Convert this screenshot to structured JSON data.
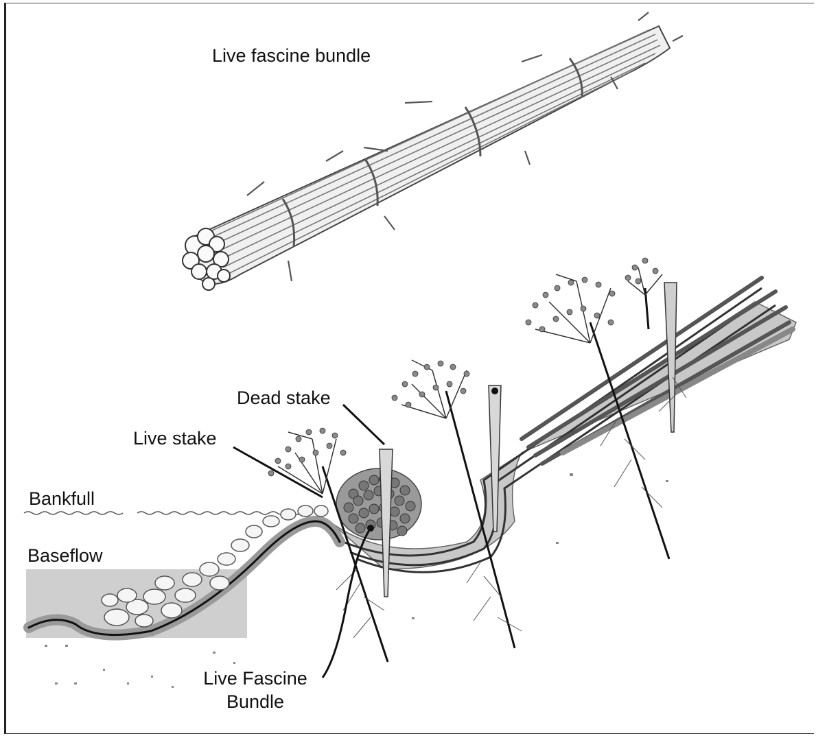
{
  "labels": {
    "fascine_bundle_title": "Live fascine bundle",
    "dead_stake": "Dead stake",
    "live_stake": "Live stake",
    "bankfull": "Bankfull",
    "baseflow": "Baseflow",
    "fascine_callout": "Live Fascine\nBundle"
  },
  "colors": {
    "ink": "#222222",
    "bundle_fill": "#f0f0f0",
    "bundle_tie": "#555555",
    "water_fill": "#cfcfcf",
    "bank_fill": "#c8c8c8",
    "stone_fill": "#f5f5f5",
    "stake_fill": "#d8d8d8",
    "shrub_dot": "#8a8a8a"
  }
}
